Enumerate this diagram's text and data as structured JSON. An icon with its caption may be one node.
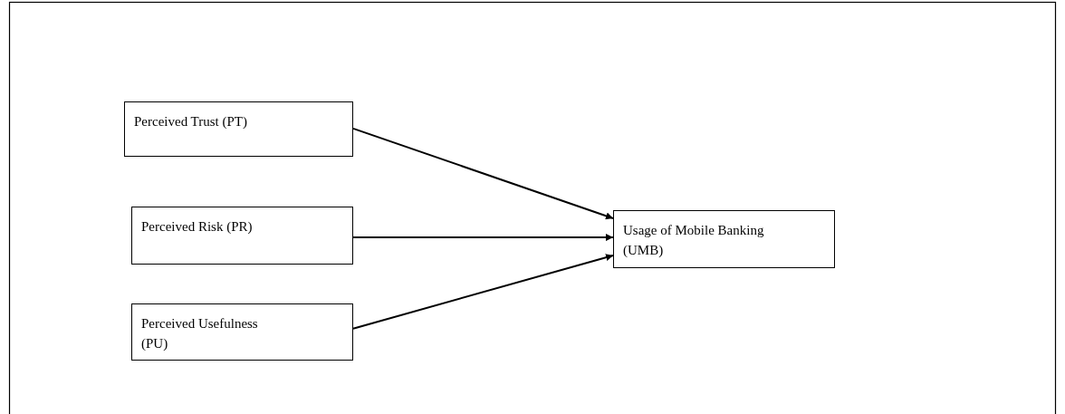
{
  "diagram": {
    "nodes": [
      {
        "text": [
          "Perceived Trust (PT)"
        ]
      },
      {
        "text": [
          "Perceived Risk (PR)"
        ]
      },
      {
        "text": [
          "Perceived Usefulness (PU)"
        ]
      },
      {
        "text": [
          "Usage of Mobile Banking (UMB)"
        ]
      }
    ],
    "edges": [
      {
        "from": 0,
        "to": 3,
        "arrow": "to"
      },
      {
        "from": 1,
        "to": 3,
        "arrow": "to"
      },
      {
        "from": 2,
        "to": 3,
        "arrow": "to"
      }
    ]
  }
}
